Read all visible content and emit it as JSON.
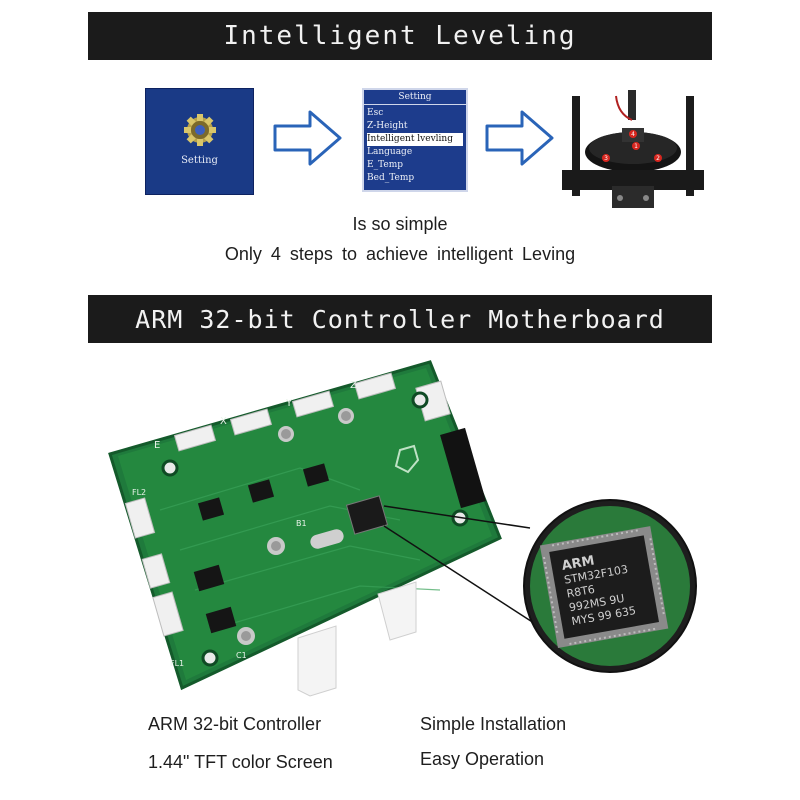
{
  "banners": {
    "leveling": "Intelligent Leveling",
    "controller": "ARM 32-bit Controller Motherboard"
  },
  "step1": {
    "label": "Setting",
    "icon": "gear-icon"
  },
  "menu": {
    "title": "Setting",
    "items": [
      "Esc",
      "Z-Height",
      "Intelligent lvevling",
      "Language",
      "E_Temp",
      "Bed_Temp"
    ],
    "selected_index": 2
  },
  "printer": {
    "points": [
      "4",
      "1",
      "2",
      "3"
    ]
  },
  "captions": {
    "line1": "Is so simple",
    "line2": "Only 4 steps to achieve intelligent Leving"
  },
  "board": {
    "silkscreen": [
      "X",
      "Y",
      "Z",
      "E",
      "FL2",
      "FL1",
      "B1",
      "C1"
    ],
    "chip": {
      "lines": [
        "ARM",
        "STM32F103",
        "R8T6",
        "992MS 9U",
        "MYS 99 635"
      ]
    }
  },
  "features": {
    "item1": "ARM 32-bit Controller",
    "item2": "1.44\" TFT color  Screen",
    "item3": "Simple Installation",
    "item4": "Easy Operation"
  },
  "colors": {
    "banner": "#1b1b1b",
    "screen_blue": "#1d3c8c",
    "pcb_green": "#1f7a3c",
    "arrow_fill": "#ffffff",
    "arrow_stroke": "#2a64b8"
  }
}
